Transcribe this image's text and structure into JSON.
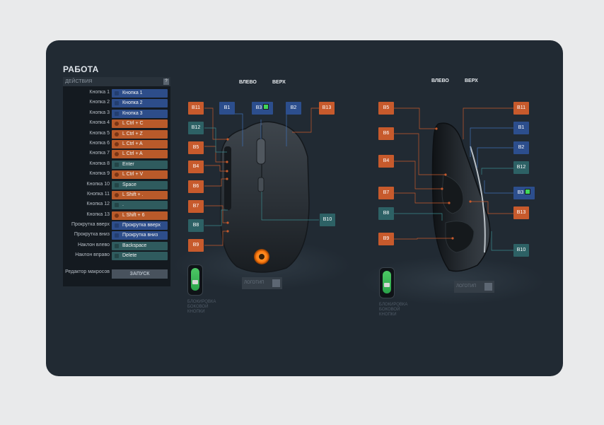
{
  "title": "РАБОТА",
  "panel": {
    "header": "ДЕЙСТВИЯ",
    "help": "?",
    "rows": [
      {
        "label": "Кнопка 1",
        "action": "Кнопка 1",
        "color": "blue"
      },
      {
        "label": "Кнопка 2",
        "action": "Кнопка 2",
        "color": "blue"
      },
      {
        "label": "Кнопка 3",
        "action": "Кнопка 3",
        "color": "blue"
      },
      {
        "label": "Кнопка 4",
        "action": "L Ctrl + C",
        "color": "orange"
      },
      {
        "label": "Кнопка 5",
        "action": "L Ctrl + Z",
        "color": "orange"
      },
      {
        "label": "Кнопка 6",
        "action": "L Ctrl + A",
        "color": "orange"
      },
      {
        "label": "Кнопка 7",
        "action": "L Ctrl + A",
        "color": "orange"
      },
      {
        "label": "Кнопка 8",
        "action": "Enter",
        "color": "teal"
      },
      {
        "label": "Кнопка 9",
        "action": "L Ctrl + V",
        "color": "orange"
      },
      {
        "label": "Кнопка 10",
        "action": "Space",
        "color": "teal"
      },
      {
        "label": "Кнопка 11",
        "action": "L Shift + .",
        "color": "orange"
      },
      {
        "label": "Кнопка 12",
        "action": ".",
        "color": "teal"
      },
      {
        "label": "Кнопка 13",
        "action": "L Shift + 6",
        "color": "orange"
      },
      {
        "label": "Прокрутка вверх",
        "action": "Прокрутка вверх",
        "color": "blue"
      },
      {
        "label": "Прокрутка вниз",
        "action": "Прокрутка вниз",
        "color": "blue"
      },
      {
        "label": "Наклон влево",
        "action": "Backspace",
        "color": "teal"
      },
      {
        "label": "Наклон вправо",
        "action": "Delete",
        "color": "teal"
      }
    ],
    "macro_label": "Редактор макросов",
    "launch": "ЗАПУСК"
  },
  "top_view": {
    "label_left": "ВЛЕВО",
    "label_top": "ВЕРХ",
    "buttons": {
      "b11": "B11",
      "b1": "B1",
      "b3": "B3",
      "b2": "B2",
      "b13": "B13",
      "b12": "B12",
      "b5": "B5",
      "b4": "B4",
      "b6": "B6",
      "b7": "B7",
      "b8": "B8",
      "b9": "B9",
      "b10": "B10"
    },
    "lock_label": "БЛОКИРОВКА БОКОВОЙ КНОПКИ",
    "logo": "ЛОГОТИП"
  },
  "side_view": {
    "label_left": "ВЛЕВО",
    "label_top": "ВЕРХ",
    "buttons": {
      "b5": "B5",
      "b11": "B11",
      "b6": "B6",
      "b1": "B1",
      "b2": "B2",
      "b4": "B4",
      "b12": "B12",
      "b3": "B3",
      "b7": "B7",
      "b13": "B13",
      "b8": "B8",
      "b9": "B9",
      "b10": "B10"
    },
    "lock_label": "БЛОКИРОВКА БОКОВОЙ КНОПКИ",
    "logo": "ЛОГОТИП"
  },
  "colors": {
    "window": "#212a33",
    "orange": "#c75a2c",
    "blue": "#2c4e8d",
    "teal": "#2d6165",
    "accent_glow": "#ff8a1c"
  }
}
